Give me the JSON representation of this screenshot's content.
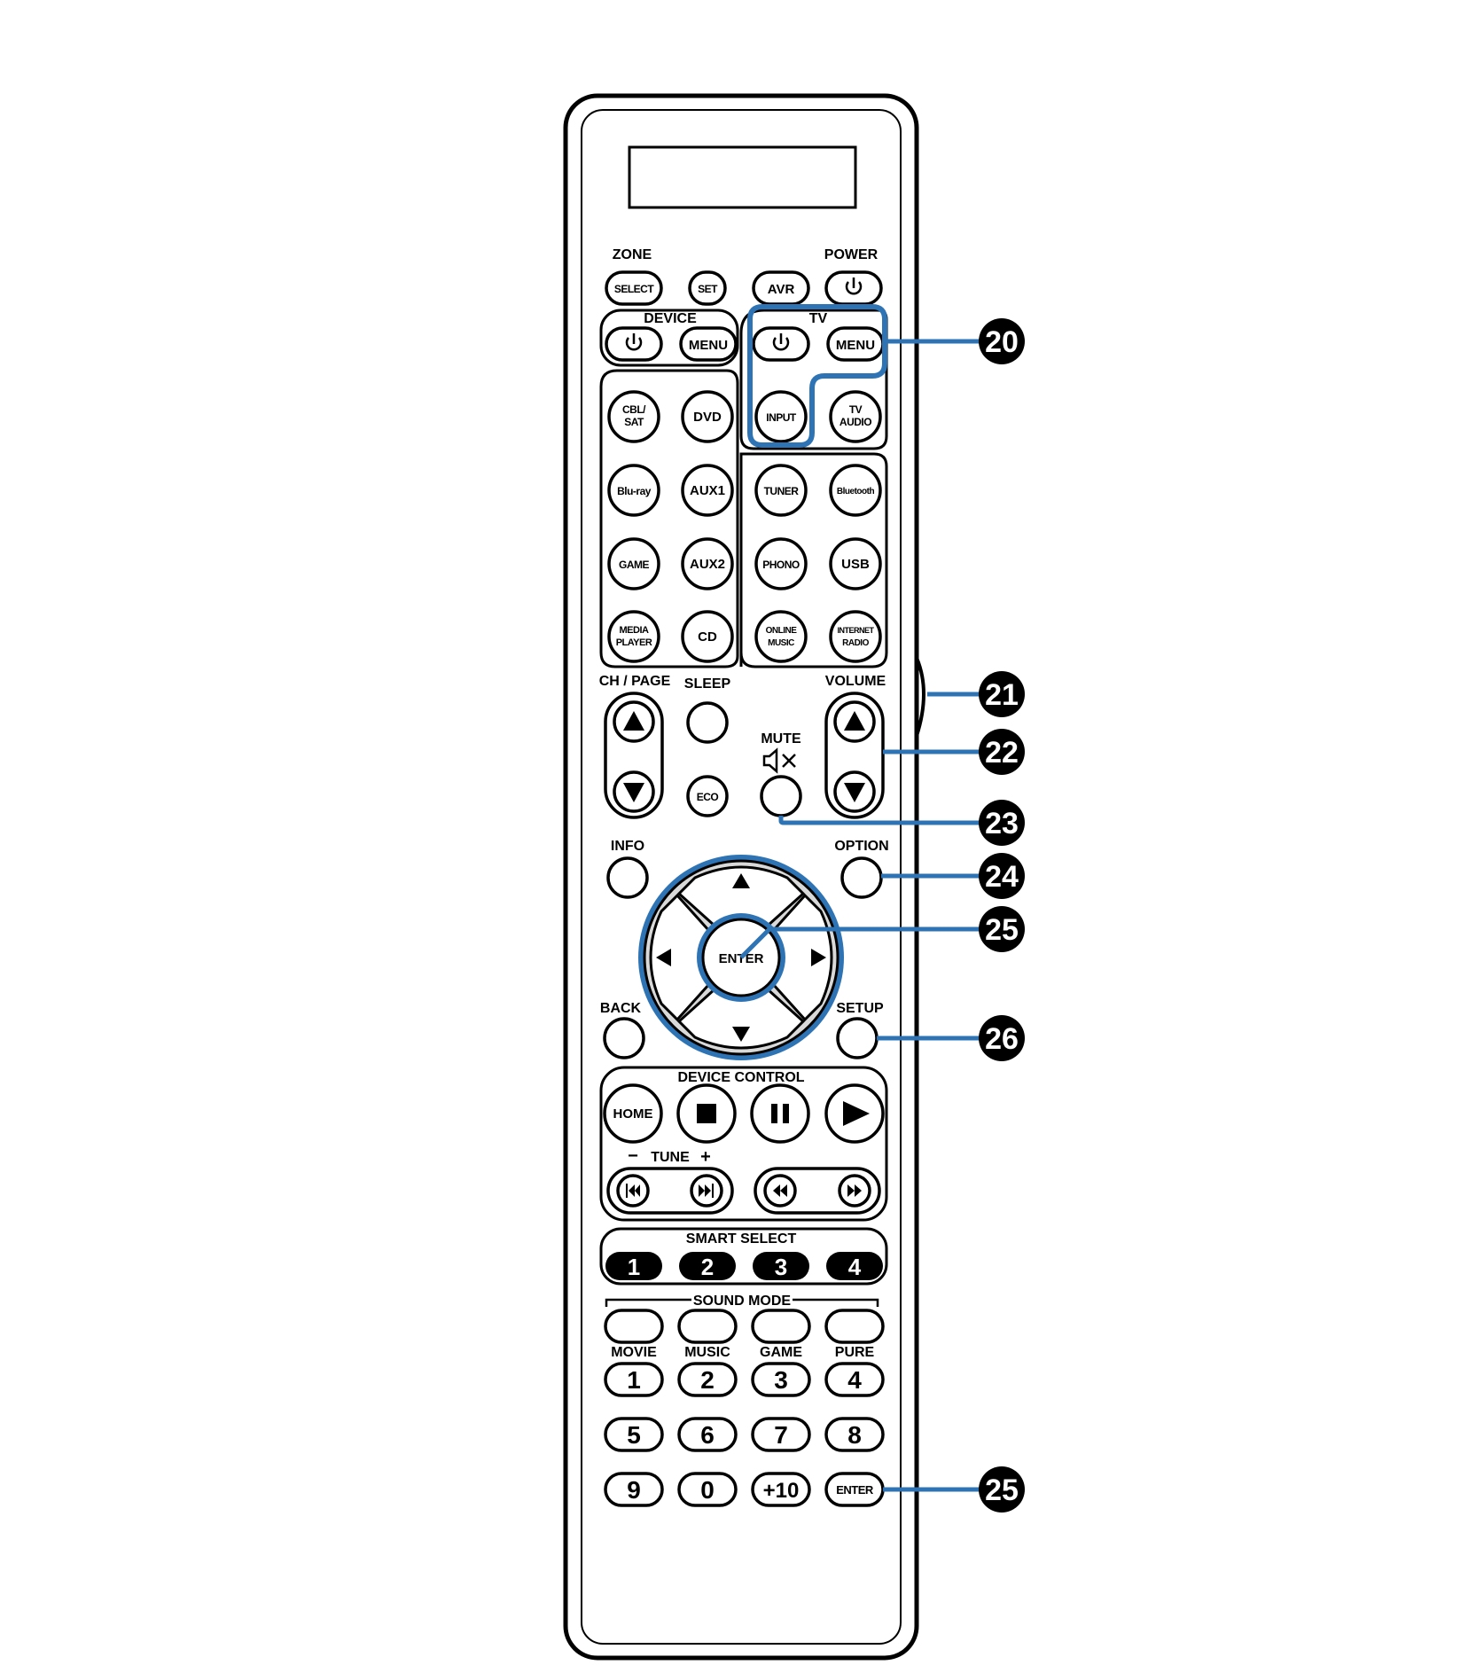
{
  "colors": {
    "ink": "#000000",
    "highlight": "#2e74b5",
    "dpad_fill": "#d9d9d9",
    "body": "#ffffff"
  },
  "section_labels": {
    "zone": "ZONE",
    "power": "POWER",
    "device": "DEVICE",
    "tv": "TV",
    "ch_page": "CH / PAGE",
    "sleep": "SLEEP",
    "volume": "VOLUME",
    "mute": "MUTE",
    "info": "INFO",
    "option": "OPTION",
    "back": "BACK",
    "setup": "SETUP",
    "device_control": "DEVICE CONTROL",
    "tune": "TUNE",
    "tune_minus": "−",
    "tune_plus": "+",
    "smart_select": "SMART SELECT",
    "sound_mode": "SOUND MODE"
  },
  "buttons": {
    "zone_select": "SELECT",
    "set": "SET",
    "avr": "AVR",
    "device_menu": "MENU",
    "tv_menu": "MENU",
    "tv_input": "INPUT",
    "tv_audio_1": "TV",
    "tv_audio_2": "AUDIO",
    "cbl_sat_1": "CBL/",
    "cbl_sat_2": "SAT",
    "dvd": "DVD",
    "bluray": "Blu-ray",
    "aux1": "AUX1",
    "tuner": "TUNER",
    "bluetooth": "Bluetooth",
    "game": "GAME",
    "aux2": "AUX2",
    "phono": "PHONO",
    "usb": "USB",
    "media_player_1": "MEDIA",
    "media_player_2": "PLAYER",
    "cd": "CD",
    "online_music_1": "ONLINE",
    "online_music_2": "MUSIC",
    "internet_radio_1": "INTERNET",
    "internet_radio_2": "RADIO",
    "eco": "ECO",
    "enter": "ENTER",
    "home": "HOME",
    "enter_small": "ENTER"
  },
  "smart_select": [
    "1",
    "2",
    "3",
    "4"
  ],
  "sound_modes": [
    "MOVIE",
    "MUSIC",
    "GAME",
    "PURE"
  ],
  "numpad": [
    "1",
    "2",
    "3",
    "4",
    "5",
    "6",
    "7",
    "8",
    "9",
    "0",
    "+10"
  ],
  "callouts": [
    "20",
    "21",
    "22",
    "23",
    "24",
    "25",
    "26",
    "25"
  ]
}
